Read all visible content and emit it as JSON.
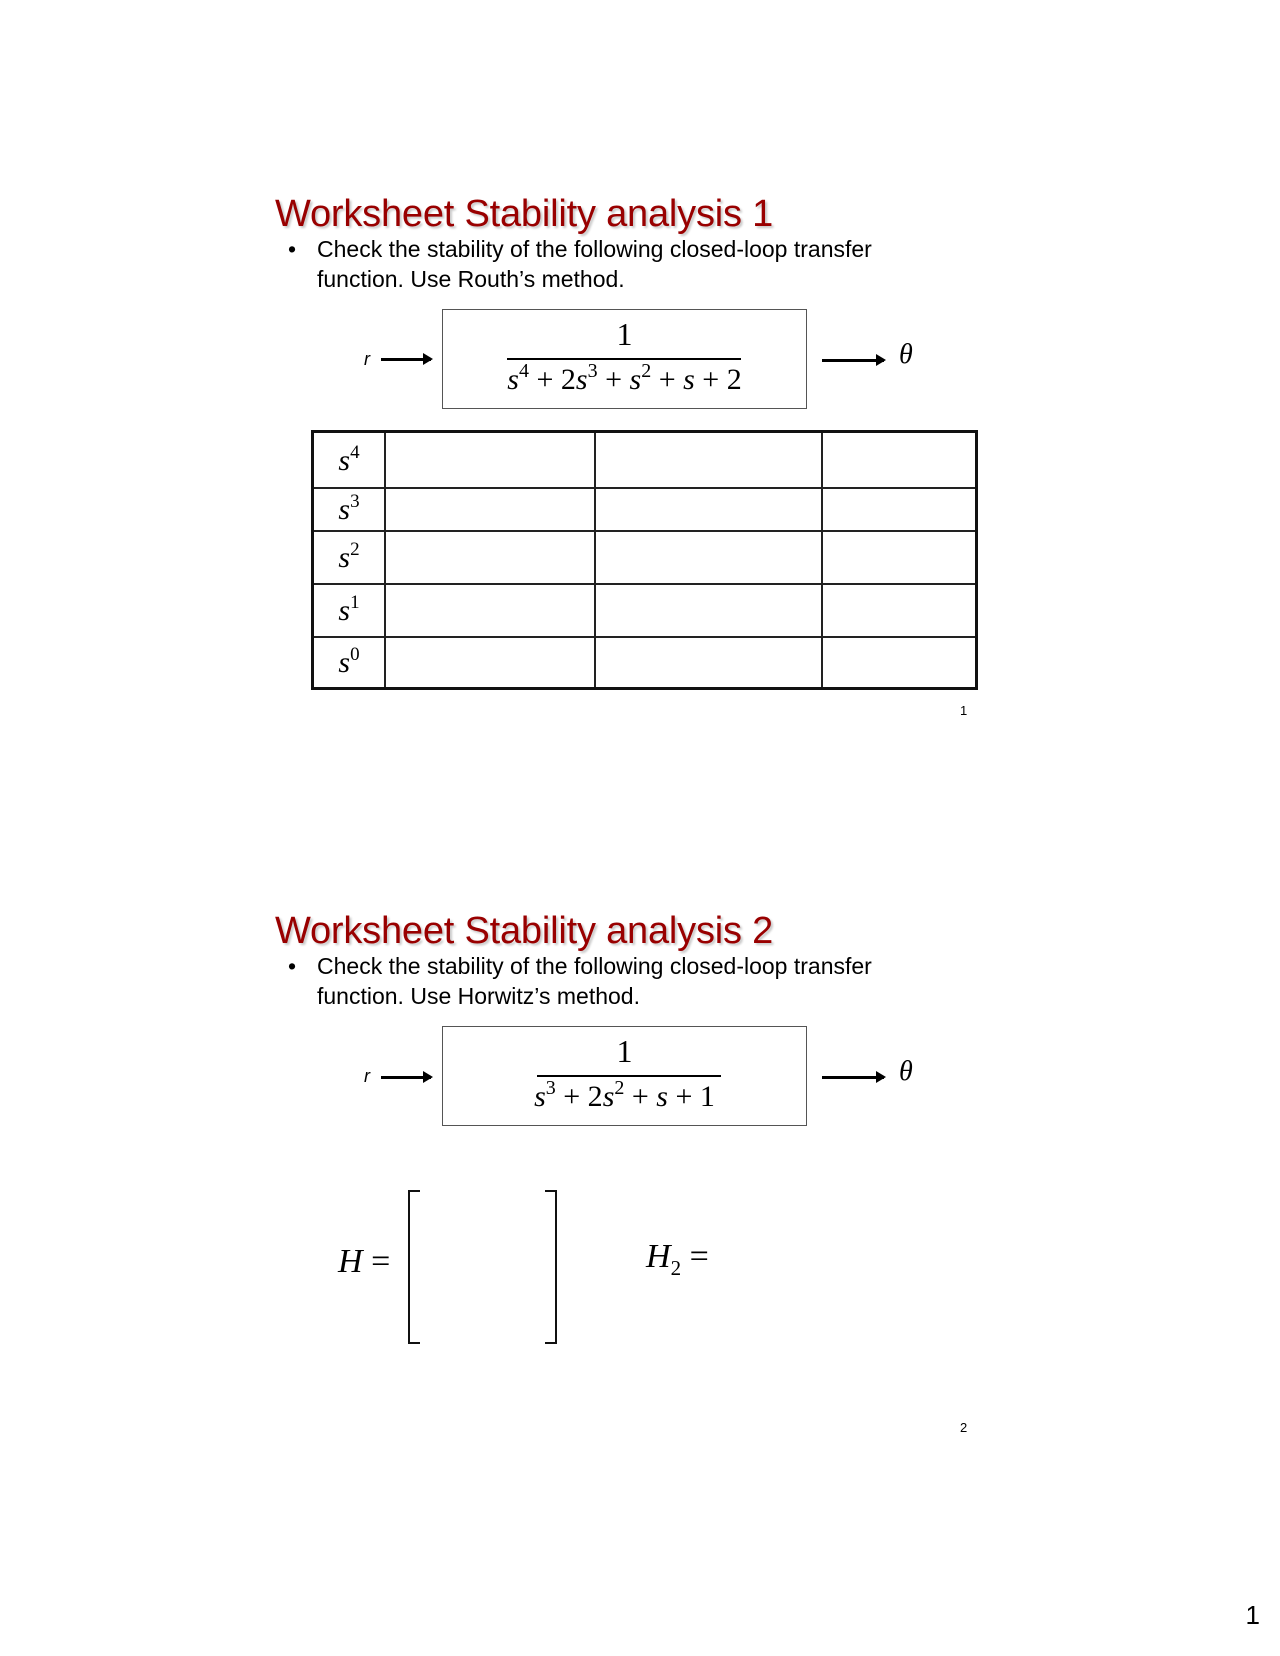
{
  "slides": [
    {
      "title": "Worksheet Stability analysis 1",
      "bullet_symbol": "•",
      "bullet_text": "Check the stability of the following closed-loop transfer function. Use Routh’s method.",
      "block": {
        "input_label": "r",
        "output_label": "θ",
        "numerator": "1",
        "denominator_terms": [
          "s",
          "4",
          " + 2",
          "s",
          "3",
          " + ",
          "s",
          "2",
          " + ",
          "s",
          " + 2"
        ]
      },
      "routh_table": {
        "row_labels": [
          {
            "base": "s",
            "exp": "4"
          },
          {
            "base": "s",
            "exp": "3"
          },
          {
            "base": "s",
            "exp": "2"
          },
          {
            "base": "s",
            "exp": "1"
          },
          {
            "base": "s",
            "exp": "0"
          }
        ],
        "cells": [
          [
            "",
            "",
            ""
          ],
          [
            "",
            "",
            ""
          ],
          [
            "",
            "",
            ""
          ],
          [
            "",
            "",
            ""
          ],
          [
            "",
            "",
            ""
          ]
        ]
      },
      "page_number": "1"
    },
    {
      "title": "Worksheet Stability analysis 2",
      "bullet_symbol": "•",
      "bullet_text": "Check the stability of the following closed-loop transfer function. Use Horwitz’s method.",
      "block": {
        "input_label": "r",
        "output_label": "θ",
        "numerator": "1",
        "denominator_terms": [
          "s",
          "3",
          " + 2",
          "s",
          "2",
          " + ",
          "s",
          " + 1"
        ]
      },
      "hurwitz": {
        "matrix_label": "H",
        "equals": "=",
        "minor_label": "H",
        "minor_subscript": "2",
        "minor_equals": "="
      },
      "page_number": "2"
    }
  ],
  "sheet_page_number": "1",
  "colors": {
    "title": "#990000",
    "text": "#000000",
    "background": "#ffffff"
  }
}
